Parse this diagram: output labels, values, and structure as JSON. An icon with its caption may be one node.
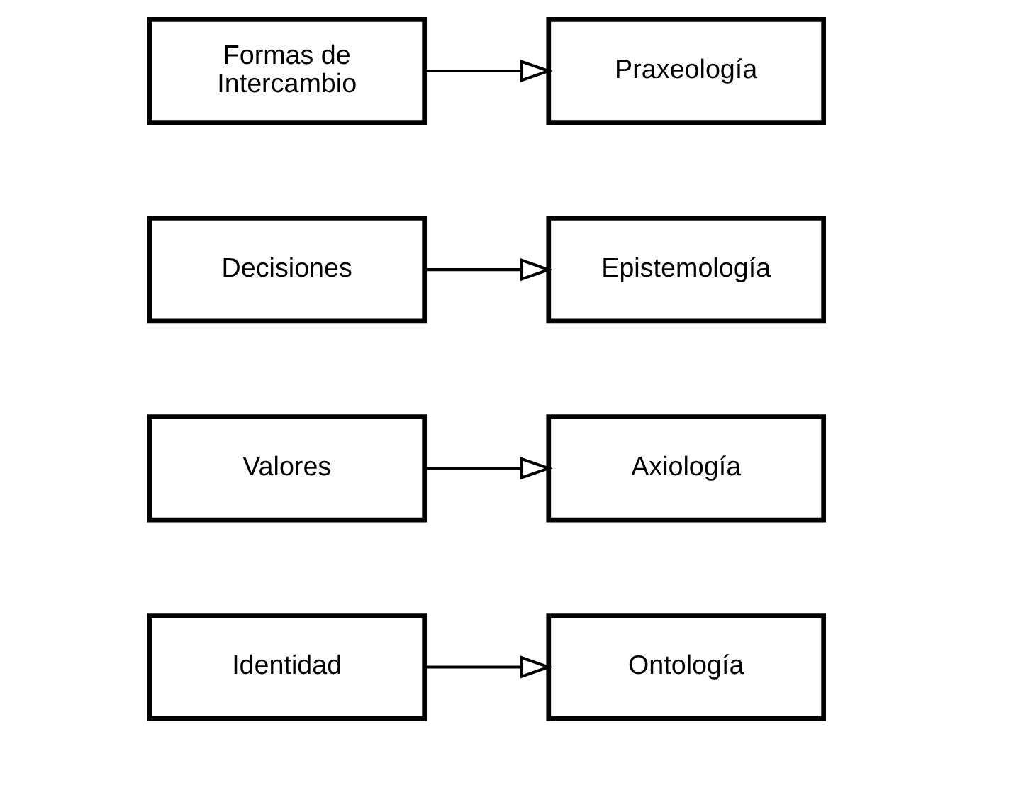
{
  "diagram": {
    "nodes": [
      {
        "text": [
          "Formas de Intercambio"
        ]
      },
      {
        "text": [
          "Praxeología"
        ]
      },
      {
        "text": [
          "Decisiones"
        ]
      },
      {
        "text": [
          "Epistemología"
        ]
      },
      {
        "text": [
          "Valores"
        ]
      },
      {
        "text": [
          "Axiología"
        ]
      },
      {
        "text": [
          "Identidad"
        ]
      },
      {
        "text": [
          "Ontología"
        ]
      }
    ],
    "edges": [
      {
        "from": 0,
        "to": 1,
        "arrow": "to"
      },
      {
        "from": 2,
        "to": 3,
        "arrow": "to"
      },
      {
        "from": 4,
        "to": 5,
        "arrow": "to"
      },
      {
        "from": 6,
        "to": 7,
        "arrow": "to"
      }
    ]
  }
}
